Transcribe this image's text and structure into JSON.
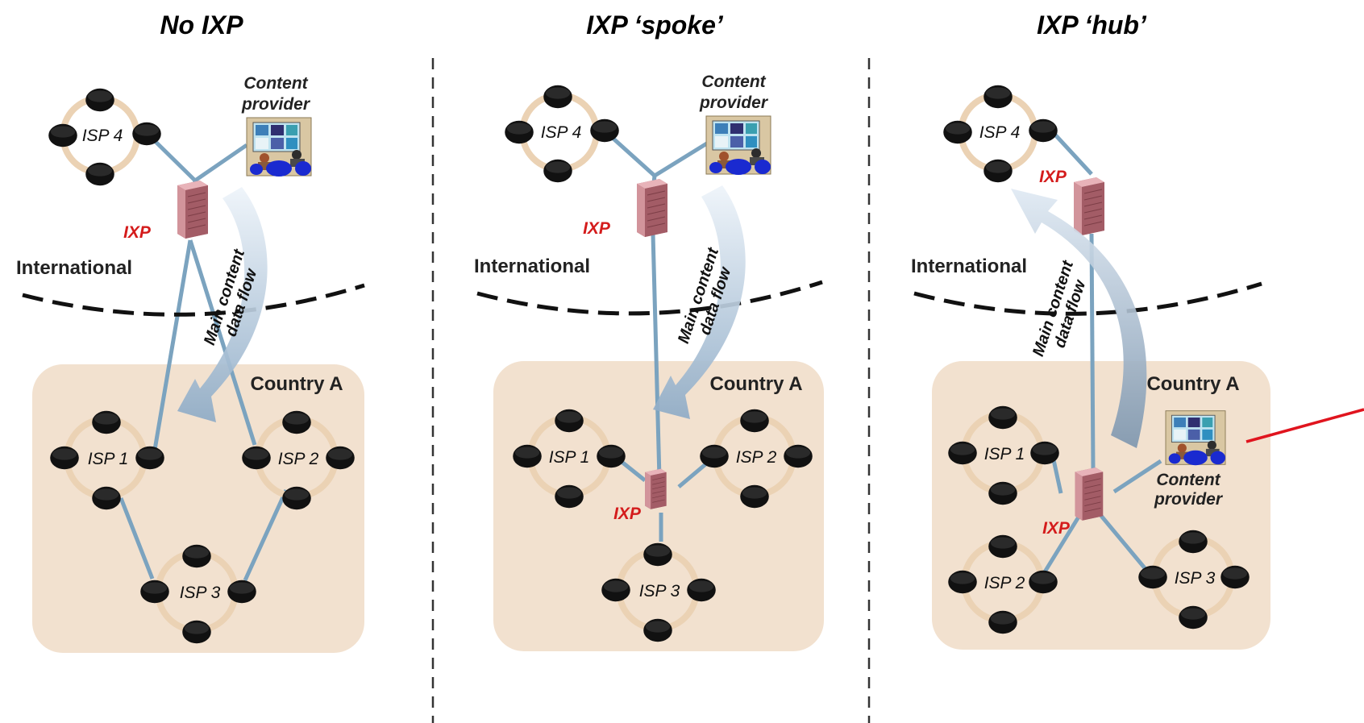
{
  "panels": [
    {
      "title": "No IXP",
      "international_label": "International",
      "country_label": "Country A",
      "content_provider": [
        "Content",
        "provider"
      ],
      "ixp_label": "IXP",
      "flow_label": [
        "Main content",
        "data flow"
      ],
      "isps": [
        "ISP 4",
        "ISP 1",
        "ISP 2",
        "ISP 3"
      ]
    },
    {
      "title": "IXP ‘spoke’",
      "international_label": "International",
      "country_label": "Country A",
      "content_provider": [
        "Content",
        "provider"
      ],
      "ixp_label_international": "IXP",
      "ixp_label_local": "IXP",
      "flow_label": [
        "Main content",
        "data flow"
      ],
      "isps": [
        "ISP 4",
        "ISP 1",
        "ISP 2",
        "ISP 3"
      ]
    },
    {
      "title": "IXP ‘hub’",
      "international_label": "International",
      "country_label": "Country A",
      "content_provider": [
        "Content",
        "provider"
      ],
      "ixp_label_international": "IXP",
      "ixp_label_local": "IXP",
      "flow_label": [
        "Main content",
        "data flow"
      ],
      "isps": [
        "ISP 4",
        "ISP 1",
        "ISP 2",
        "ISP 3"
      ]
    }
  ],
  "colors": {
    "link": "#7ba3bf",
    "country_fill": "#f2e1cf",
    "isp_ring": "#ebd2b4",
    "router": "#111111",
    "ixp_text": "#d41c1c",
    "server": "#c9868c",
    "flow_arrow": "#a9c0d6"
  },
  "icons": {
    "router": "router-node-icon",
    "ixp": "server-tower-icon",
    "content_provider": "content-provider-icon"
  }
}
